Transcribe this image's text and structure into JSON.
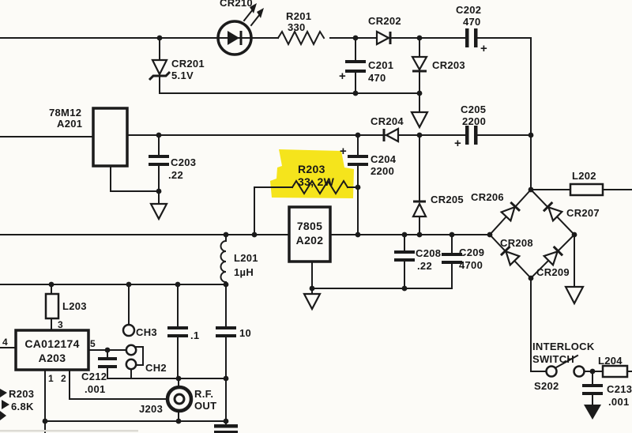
{
  "colors": {
    "paper": "#fcfbf7",
    "ink": "#1b1b1b",
    "highlight": "#f5e41c"
  },
  "labels": {
    "plus": "+",
    "cr210": "CR210",
    "r201_ref": "R201",
    "r201_val": "330",
    "cr202": "CR202",
    "c202_ref": "C202",
    "c202_val": "470",
    "cr201_ref": "CR201",
    "cr201_val": "5.1V",
    "c201_ref": "C201",
    "c201_val": "470",
    "cr203": "CR203",
    "a201_ref": "78M12",
    "a201_name": "A201",
    "c203_ref": "C203",
    "c203_val": ".22",
    "cr204": "CR204",
    "c204_ref": "C204",
    "c204_val": "2200",
    "c205_ref": "C205",
    "c205_val": "2200",
    "r203_ref": "R203",
    "r203_val": "33, 2W",
    "a202_ref": "7805",
    "a202_name": "A202",
    "cr205": "CR205",
    "cr206": "CR206",
    "cr207": "CR207",
    "cr208": "CR208",
    "cr209": "CR209",
    "l202": "L202",
    "c208_ref": "C208",
    "c208_val": ".22",
    "c209_ref": "C209",
    "c209_val": "4700",
    "l201_ref": "L201",
    "l201_val": "1µH",
    "l203": "L203",
    "pin3": "3",
    "pin4": "4",
    "pin5": "5",
    "pin1": "1",
    "pin2": "2",
    "a203_ref": "CA012174",
    "a203_name": "A203",
    "ch3": "CH3",
    "ch2": "CH2",
    "c212_ref": "C212",
    "c212_val": ".001",
    "cap_point1": ".1",
    "cap_10": "10",
    "j203_ref": "J203",
    "rf_line1": "R.F.",
    "rf_line2": "OUT",
    "offpage_ref": "R203",
    "offpage_val": "6.8K",
    "interlock_line1": "INTERLOCK",
    "interlock_line2": "SWITCH",
    "s202": "S202",
    "l204": "L204",
    "c213_ref": "C213",
    "c213_val": ".001"
  }
}
